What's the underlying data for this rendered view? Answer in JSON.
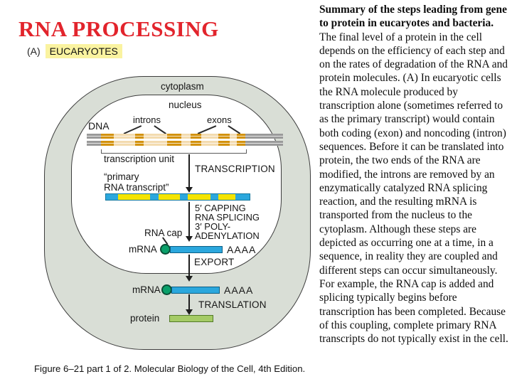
{
  "slide": {
    "title": "RNA PROCESSING"
  },
  "figure": {
    "panel_tag": "(A)",
    "panel_title": "EUCARYOTES",
    "labels": {
      "cytoplasm": "cytoplasm",
      "nucleus": "nucleus",
      "dna": "DNA",
      "introns": "introns",
      "exons": "exons",
      "transcription_unit": "transcription unit",
      "primary_transcript_line1": "“primary",
      "primary_transcript_line2": "RNA transcript”",
      "rna_cap": "RNA cap",
      "mrna": "mRNA",
      "poly_a": "AAAA",
      "protein": "protein"
    },
    "process_steps": {
      "transcription": "TRANSCRIPTION",
      "processing_lines": [
        "5′ CAPPING",
        "RNA SPLICING",
        "3′ POLY-",
        "ADENYLATION"
      ],
      "export": "EXPORT",
      "translation": "TRANSLATION"
    },
    "caption": "Figure 6–21 part 1 of 2. Molecular Biology of the Cell, 4th Edition."
  },
  "summary": {
    "lead_bold": "Summary of the steps leading from gene to protein in eucaryotes and bacteria.",
    "body": " The final level of a protein in the cell depends on the efficiency of each step and on the rates of degradation of the RNA and protein molecules. (A) In eucaryotic cells the RNA molecule produced by transcription alone (sometimes referred to as the primary transcript) would contain both coding (exon) and noncoding (intron) sequences. Before it can be translated into protein, the two ends of the RNA are modified, the introns are removed by an enzymatically catalyzed RNA splicing reaction, and the resulting mRNA is transported from the nucleus to the cytoplasm. Although these steps are depicted as occurring one at a time, in a sequence, in reality they are coupled and different steps can occur simultaneously. For example, the RNA cap is added and splicing typically begins before transcription has been completed. Because of this coupling, complete primary RNA transcripts do not typically exist in the cell."
  },
  "colors": {
    "title_red": "#e2242c",
    "highlight_yellow": "#faf3a0",
    "cytoplasm_fill": "#d9ded6",
    "dna_gray": "#9a9a9a",
    "exon_gold": "#d3920e",
    "intron_tan": "#f3dbaf",
    "rna_blue": "#2ba7dd",
    "rna_yellow": "#f5e400",
    "cap_green": "#0aa06a",
    "protein_green": "#a5cb66"
  },
  "dna_bar": {
    "segments": [
      {
        "c": "dna_gray",
        "w": 20
      },
      {
        "c": "exon_gold",
        "w": 18
      },
      {
        "c": "intron_tan",
        "w": 30
      },
      {
        "c": "exon_gold",
        "w": 12
      },
      {
        "c": "intron_tan",
        "w": 33
      },
      {
        "c": "exon_gold",
        "w": 20
      },
      {
        "c": "intron_tan",
        "w": 13
      },
      {
        "c": "exon_gold",
        "w": 15
      },
      {
        "c": "intron_tan",
        "w": 24
      },
      {
        "c": "exon_gold",
        "w": 16
      },
      {
        "c": "intron_tan",
        "w": 10
      },
      {
        "c": "exon_gold",
        "w": 12
      },
      {
        "c": "dna_gray",
        "w": 53
      }
    ]
  },
  "rna_bar": {
    "segments": [
      {
        "c": "rna_blue",
        "w": 17
      },
      {
        "c": "rna_yellow",
        "w": 45
      },
      {
        "c": "rna_blue",
        "w": 12
      },
      {
        "c": "rna_yellow",
        "w": 30
      },
      {
        "c": "rna_blue",
        "w": 11
      },
      {
        "c": "rna_yellow",
        "w": 32
      },
      {
        "c": "rna_blue",
        "w": 11
      },
      {
        "c": "rna_yellow",
        "w": 24
      },
      {
        "c": "rna_blue",
        "w": 20
      }
    ]
  }
}
